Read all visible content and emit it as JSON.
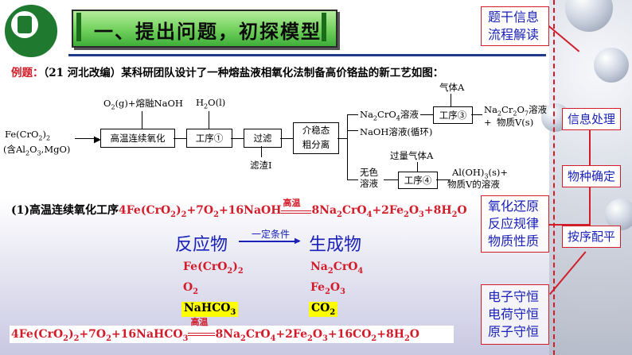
{
  "header": {
    "title": "一、提出问题，初探模型"
  },
  "example": {
    "label": "例题：",
    "text": "（21 河北改编）某科研团队设计了一种熔盐液相氧化法制备高价铬盐的新工艺如图："
  },
  "flow": {
    "reactant": "Fe(CrO",
    "reactant_sub": "2",
    "reactant_tail": ")",
    "reactant_sub2": "2",
    "impurity": "(含Al",
    "impurity_sub1": "2",
    "impurity_mid": "O",
    "impurity_sub2": "3",
    "impurity_tail": ",MgO)",
    "input1": "O",
    "input1_sub": "2",
    "input1_tail": "(g)+熔融NaOH",
    "input2": "H",
    "input2_sub": "2",
    "input2_tail": "O(l)",
    "step1": "高温连续氧化",
    "step2": "工序①",
    "step3": "过滤",
    "step4a": "介稳态",
    "step4b": "粗分离",
    "residue": "滤渣I",
    "branch1": "Na",
    "branch1_sub1": "2",
    "branch1_mid": "CrO",
    "branch1_sub2": "4",
    "branch1_tail": "溶液",
    "gasA": "气体A",
    "step5": "工序③",
    "product1a": "Na",
    "product1a_sub1": "2",
    "product1a_mid": "Cr",
    "product1a_sub2": "2",
    "product1a_mid2": "O",
    "product1a_sub3": "7",
    "product1a_tail": "溶液+",
    "product1b": "物质V(s)",
    "branch2": "NaOH溶液(循环)",
    "excess_gas": "过量气体A",
    "branch3a": "无色",
    "branch3b": "溶液",
    "step6": "工序④",
    "product3a": "Al(OH)",
    "product3a_sub": "3",
    "product3a_tail": "(s)+",
    "product3b": "物质V的溶液"
  },
  "question": {
    "prefix": "(1)高温连续氧化工序",
    "condition": "高温",
    "equation": {
      "a": "4Fe(CrO",
      "a_sub1": "2",
      "a_tail": ")",
      "a_sub2": "2",
      "b": "+7O",
      "b_sub": "2",
      "c": "+16NaOH",
      "d": "8Na",
      "d_sub1": "2",
      "d_mid": "CrO",
      "d_sub2": "4",
      "e": "+2Fe",
      "e_sub1": "2",
      "e_mid": "O",
      "e_sub2": "3",
      "f": "+8H",
      "f_sub": "2",
      "f_tail": "O"
    }
  },
  "model": {
    "reactants_label": "反应物",
    "arrow_condition": "一定条件",
    "products_label": "生成物",
    "r1": "Fe(CrO",
    "r1_sub1": "2",
    "r1_tail": ")",
    "r1_sub2": "2",
    "r2": "O",
    "r2_sub": "2",
    "r3": "NaHCO",
    "r3_sub": "3",
    "p1": "Na",
    "p1_sub1": "2",
    "p1_mid": "CrO",
    "p1_sub2": "4",
    "p2": "Fe",
    "p2_sub1": "2",
    "p2_mid": "O",
    "p2_sub2": "3",
    "p3": "CO",
    "p3_sub": "2",
    "highlight_color": "#ffff00"
  },
  "final_equation": {
    "condition": "高温",
    "a": "4Fe(CrO",
    "a_sub1": "2",
    "a_tail": ")",
    "a_sub2": "2",
    "b": "+7O",
    "b_sub": "2",
    "c": "+16NaHCO",
    "c_sub": "3",
    "d": "8Na",
    "d_sub1": "2",
    "d_mid": "CrO",
    "d_sub2": "4",
    "e": "+2Fe",
    "e_sub1": "2",
    "e_mid": "O",
    "e_sub2": "3",
    "f": "+16CO",
    "f_sub": "2",
    "g": "+8H",
    "g_sub": "2",
    "g_tail": "O"
  },
  "sidebar": {
    "box1": [
      "题干信息",
      "流程解读"
    ],
    "btn1": "信息处理",
    "btn2": "物种确定",
    "btn3": "按序配平",
    "box2": [
      "氧化还原",
      "反应规律",
      "物质性质"
    ],
    "box3": [
      "电子守恒",
      "电荷守恒",
      "原子守恒"
    ]
  },
  "colors": {
    "accent_red": "#d21c2a",
    "accent_blue": "#1a21b8",
    "title_green": "#6fd05a"
  }
}
